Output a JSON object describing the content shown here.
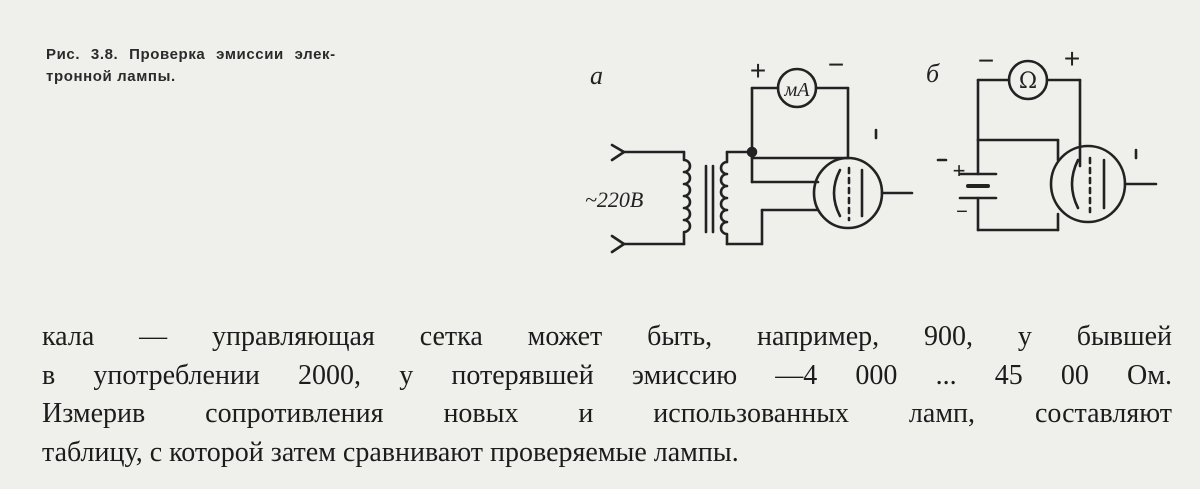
{
  "caption": {
    "line1": "Рис. 3.8. Проверка эмиссии элек-",
    "line2": "тронной лампы."
  },
  "diagram_a": {
    "label": "а",
    "meter_label": "мА",
    "plus": "+",
    "minus": "−",
    "voltage_label": "~220В"
  },
  "diagram_b": {
    "label": "б",
    "meter_label": "Ω",
    "plus": "+",
    "minus": "−",
    "battery_plus": "+",
    "battery_minus": "−"
  },
  "body": {
    "lines": [
      "кала — управляющая сетка может быть, например, 900, у бывшей",
      "в употреблении 2000, у потерявшей эмиссию —4 000 ... 45 00 Ом.",
      "Измерив сопротивления новых и использованных ламп, составляют",
      "таблицу, с которой затем сравнивают проверяемые лампы."
    ]
  }
}
